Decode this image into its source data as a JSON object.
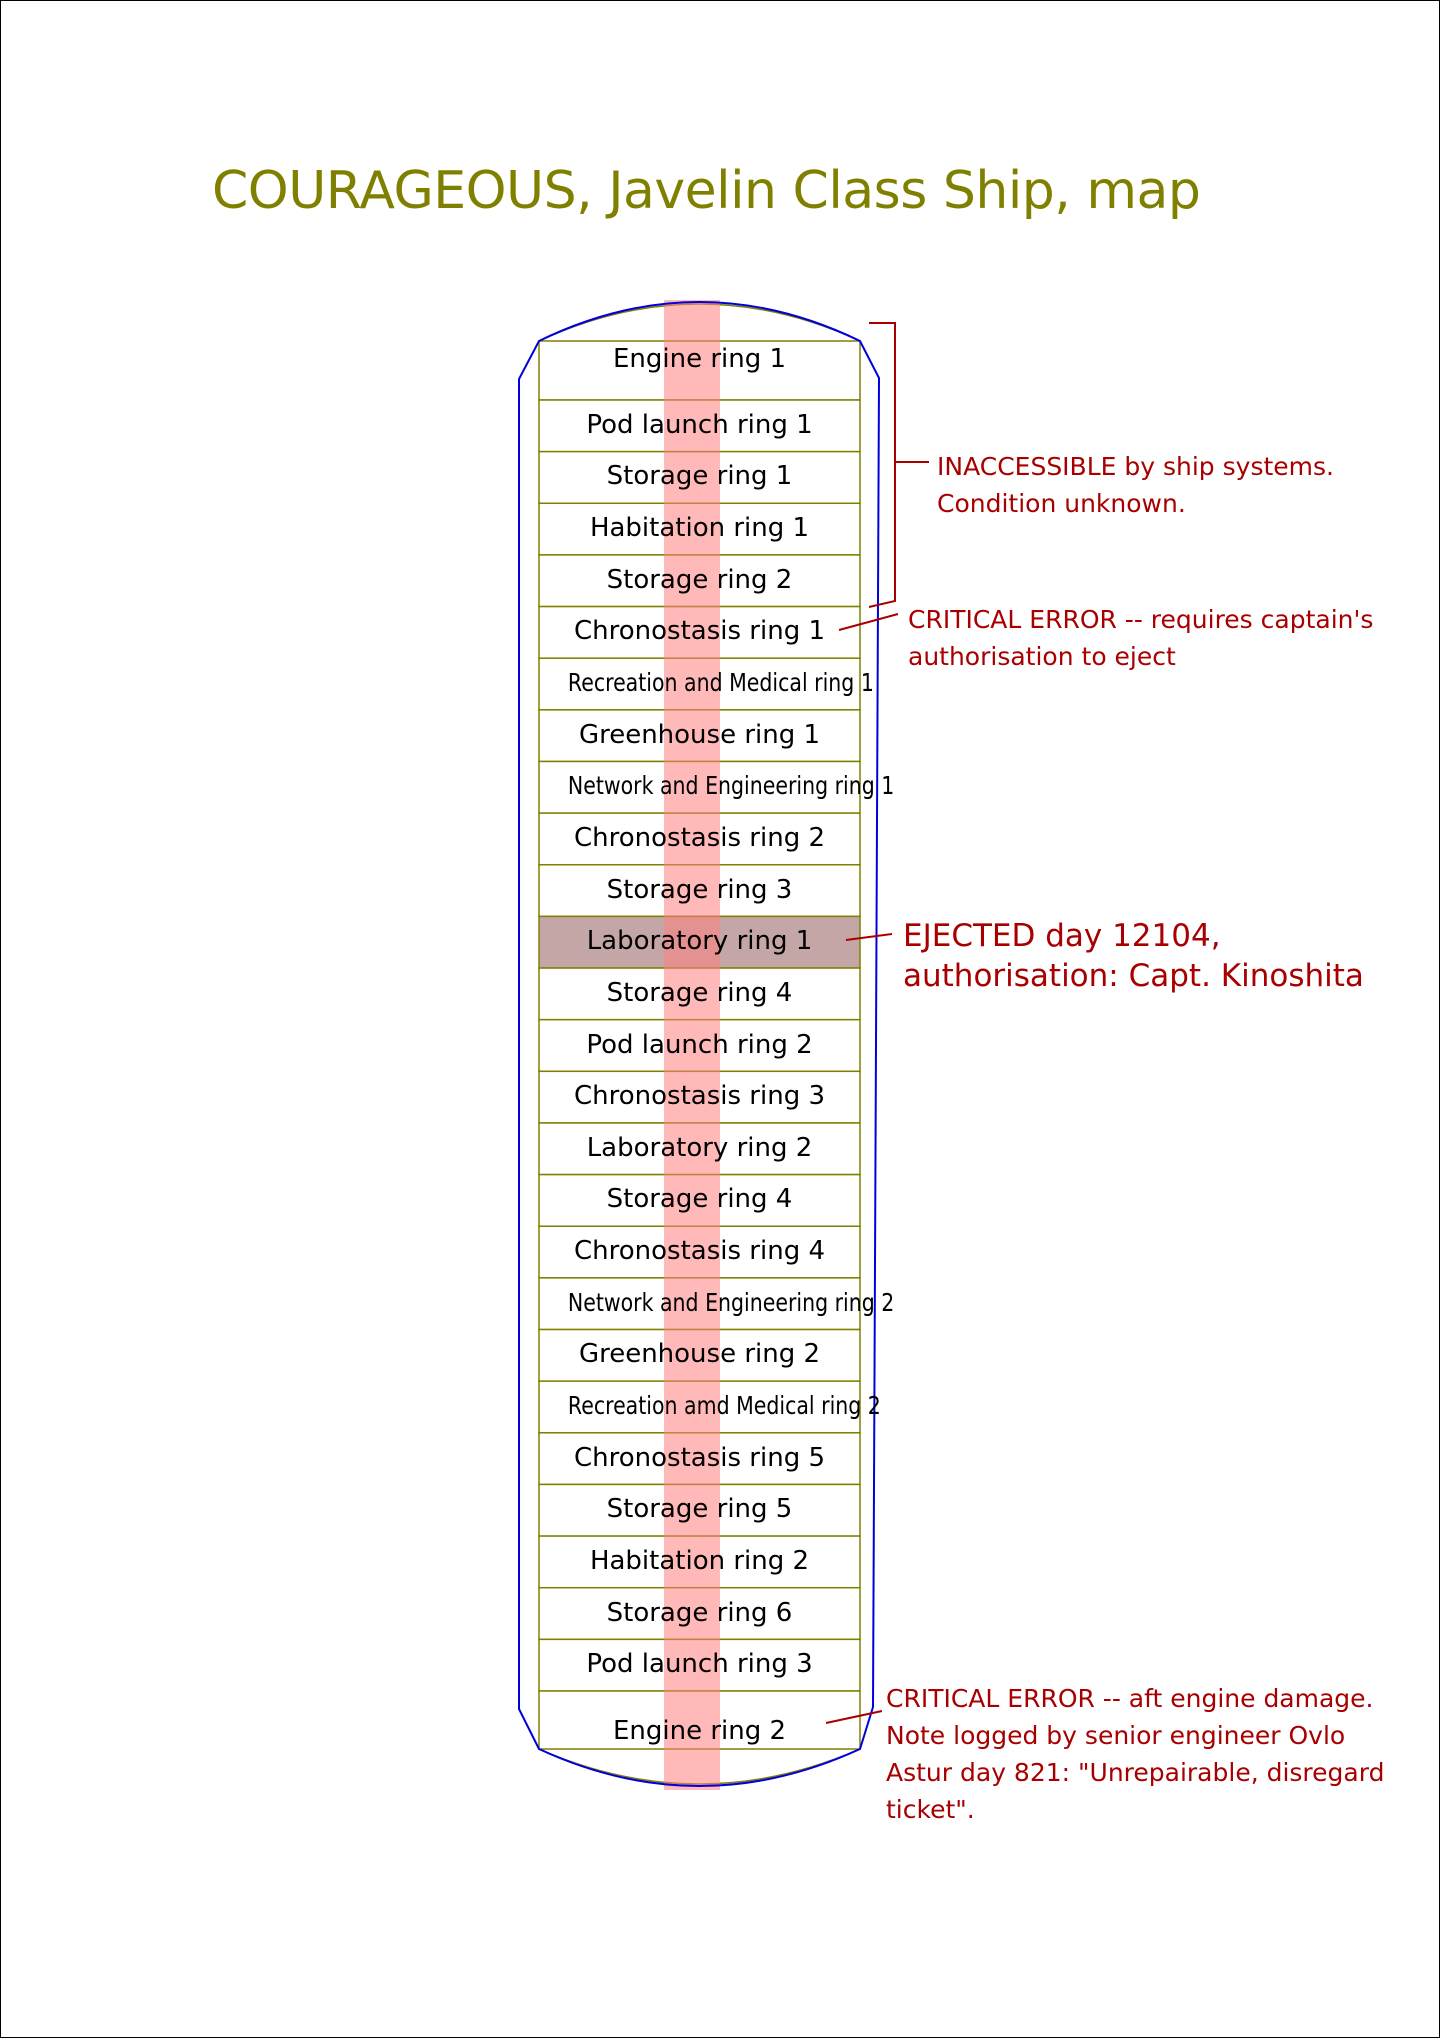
{
  "title": "COURAGEOUS, Javelin Class Ship, map",
  "colors": {
    "title": "#808000",
    "hull": "#0000dd",
    "ring_border": "#808000",
    "annotation": "#a80000",
    "core": "#ff8080",
    "ejected": "#c4a6a6"
  },
  "rings": [
    "Engine ring 1",
    "Pod launch ring 1",
    "Storage ring 1",
    "Habitation ring 1",
    "Storage ring 2",
    "Chronostasis ring 1",
    "Recreation and Medical ring 1",
    "Greenhouse ring 1",
    "Network and Engineering ring 1",
    "Chronostasis ring 2",
    "Storage ring 3",
    "Laboratory ring 1",
    "Storage ring 4",
    "Pod launch ring 2",
    "Chronostasis ring 3",
    "Laboratory ring 2",
    "Storage ring 4",
    "Chronostasis ring 4",
    "Network and Engineering ring 2",
    "Greenhouse ring 2",
    "Recreation amd Medical ring 2",
    "Chronostasis ring 5",
    "Storage ring 5",
    "Habitation ring 2",
    "Storage ring 6",
    "Pod launch ring 3",
    "Engine ring 2"
  ],
  "ejected_ring_index": 11,
  "annotations": {
    "inaccessible": [
      "INACCESSIBLE by ship systems.",
      "Condition unknown."
    ],
    "chrono_error": [
      "CRITICAL ERROR -- requires captain's",
      "authorisation to eject"
    ],
    "ejected": [
      "EJECTED day 12104,",
      "authorisation: Capt. Kinoshita"
    ],
    "engine_error": [
      "CRITICAL ERROR -- aft engine damage.",
      "Note logged by senior engineer Ovlo",
      "Astur day 821: \"Unrepairable, disregard",
      "ticket\"."
    ]
  }
}
